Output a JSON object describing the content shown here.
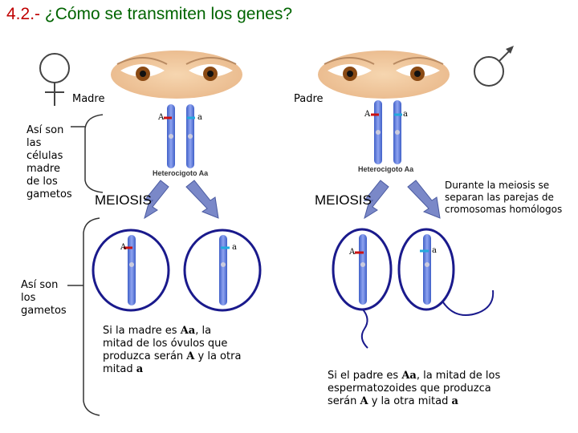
{
  "title": {
    "number": "4.2.-",
    "question": "¿Cómo se transmiten los genes?"
  },
  "labels": {
    "mother": "Madre",
    "father": "Padre",
    "cells_mother": "Así son las células madre de los gametos",
    "gametes": "Así son los gametos",
    "meiosis_left": "MEIOSIS",
    "meiosis_right": "MEIOSIS",
    "heterozygote_left": "Heterocigoto Aa",
    "heterozygote_right": "Heterocigoto Aa",
    "meiosis_note": "Durante la meiosis se separan las parejas de cromosomas homólogos"
  },
  "alleles": {
    "A": "A",
    "a": "a"
  },
  "notes": {
    "mother": {
      "prefix": "Si la madre es ",
      "genotype": "Aa",
      "middle": ", la mitad de los óvulos que produzca serán ",
      "A": "A",
      "and": " y la otra mitad ",
      "a": "a"
    },
    "father": {
      "prefix": "Si el padre es ",
      "genotype": "Aa",
      "middle": ", la mitad de los espermatozoides que produzca serán ",
      "A": "A",
      "and": " y la otra mitad ",
      "a": "a"
    }
  },
  "icons": {
    "female": "female-symbol-icon",
    "male": "male-symbol-icon",
    "eyes": "brown-eyes-icon",
    "arrow": "down-arrow-icon"
  },
  "colors": {
    "title_number": "#c00000",
    "title_text": "#006400",
    "chromosome": "#5577dd",
    "circle": "#1a1a8c",
    "allele_A_mark": "#cc1111",
    "allele_a_mark": "#22aadd",
    "arrow_fill": "#7a88c8"
  }
}
